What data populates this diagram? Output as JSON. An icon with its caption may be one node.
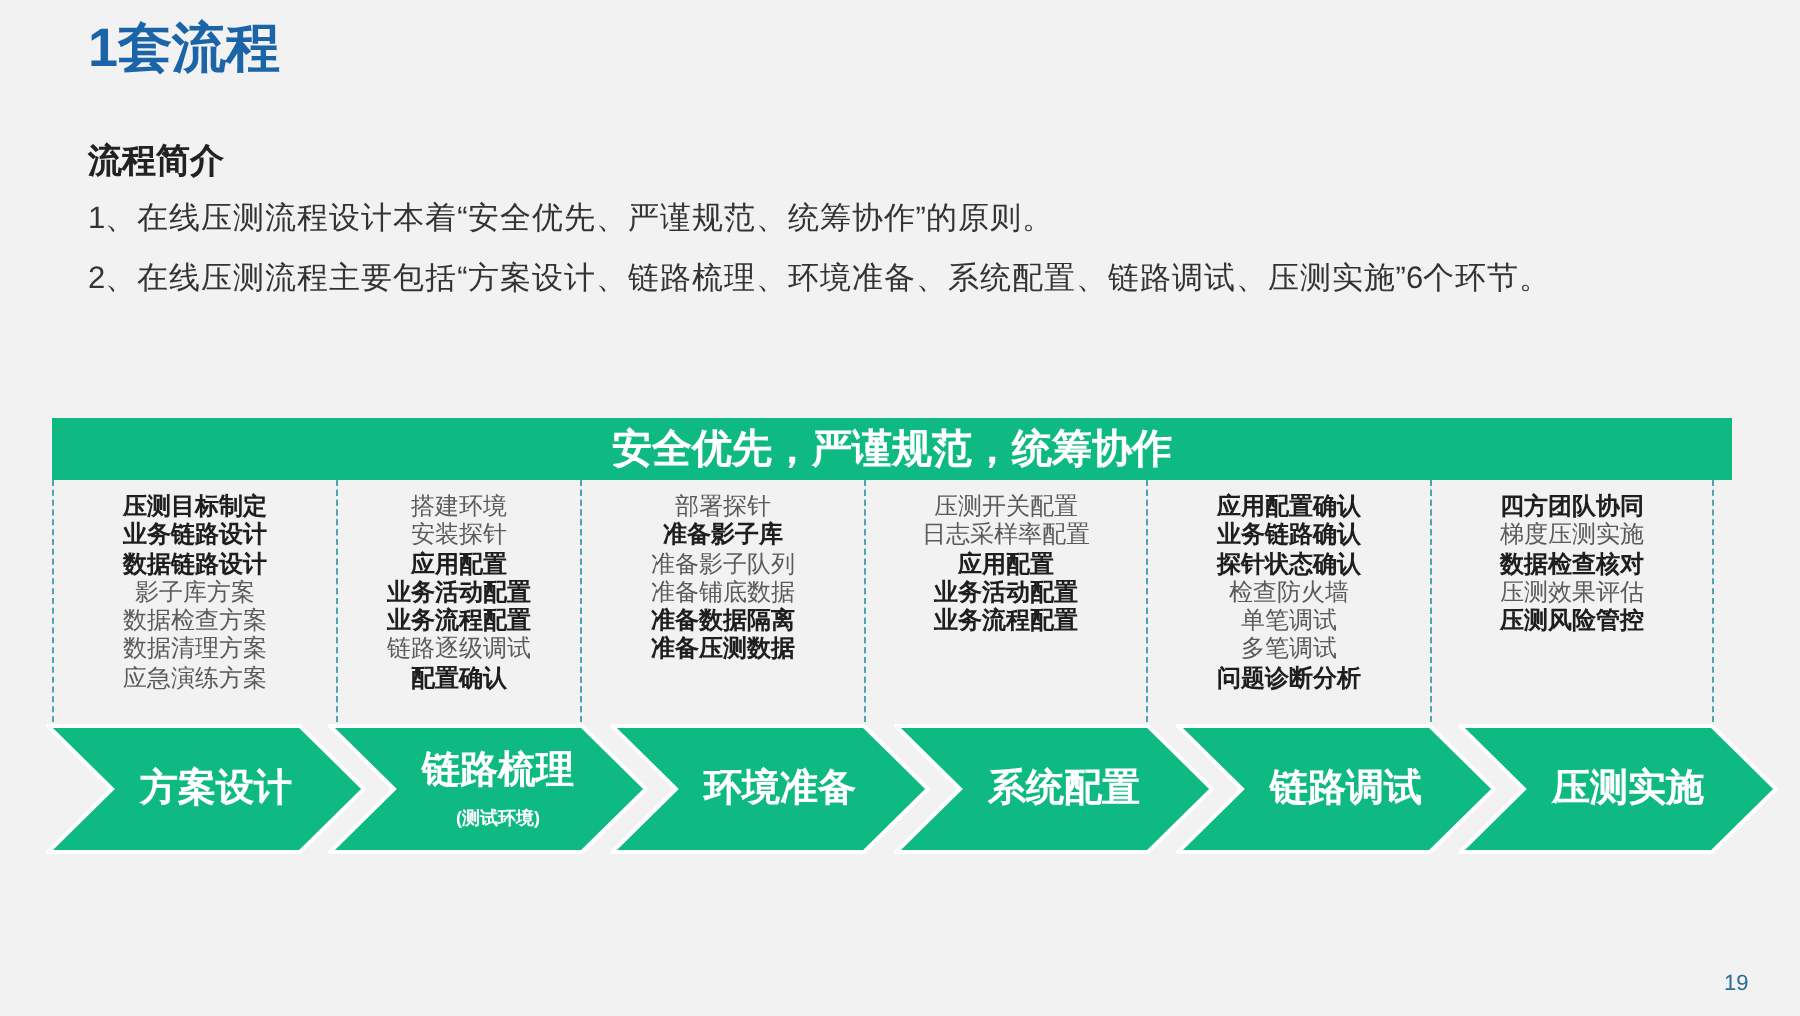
{
  "diagram": {
    "title": "1套流程",
    "nodes": [
      {
        "text": [
          "安全优先，严谨规范，统筹协作"
        ]
      },
      {
        "text": [
          "压测目标制定",
          "业务链路设计",
          "数据链路设计",
          "影子库方案",
          "数据检查方案",
          "数据清理方案",
          "应急演练方案"
        ]
      },
      {
        "text": [
          "搭建环境",
          "安装探针",
          "应用配置",
          "业务活动配置",
          "业务流程配置",
          "链路逐级调试",
          "配置确认"
        ]
      },
      {
        "text": [
          "部署探针",
          "准备影子库",
          "准备影子队列",
          "准备铺底数据",
          "准备数据隔离",
          "准备压测数据"
        ]
      },
      {
        "text": [
          "压测开关配置",
          "日志采样率配置",
          "应用配置",
          "业务活动配置",
          "业务流程配置"
        ]
      },
      {
        "text": [
          "应用配置确认",
          "业务链路确认",
          "探针状态确认",
          "检查防火墙",
          "单笔调试",
          "多笔调试",
          "问题诊断分析"
        ]
      },
      {
        "text": [
          "四方团队协同",
          "梯度压测实施",
          "数据检查核对",
          "压测效果评估",
          "压测风险管控"
        ]
      },
      {
        "text": [
          "方案设计"
        ]
      },
      {
        "text": [
          "链路梳理",
          "(测试环境)"
        ]
      },
      {
        "text": [
          "环境准备"
        ]
      },
      {
        "text": [
          "系统配置"
        ]
      },
      {
        "text": [
          "链路调试"
        ]
      },
      {
        "text": [
          "压测实施"
        ]
      }
    ],
    "labels": [
      "流程简介",
      "1、在线压测流程设计本着“安全优先、严谨规范、统筹协作”的原则。",
      "2、在线压测流程主要包括“方案设计、链路梳理、环境准备、系统配置、链路调试、压测实施”6个环节。",
      "19"
    ]
  }
}
